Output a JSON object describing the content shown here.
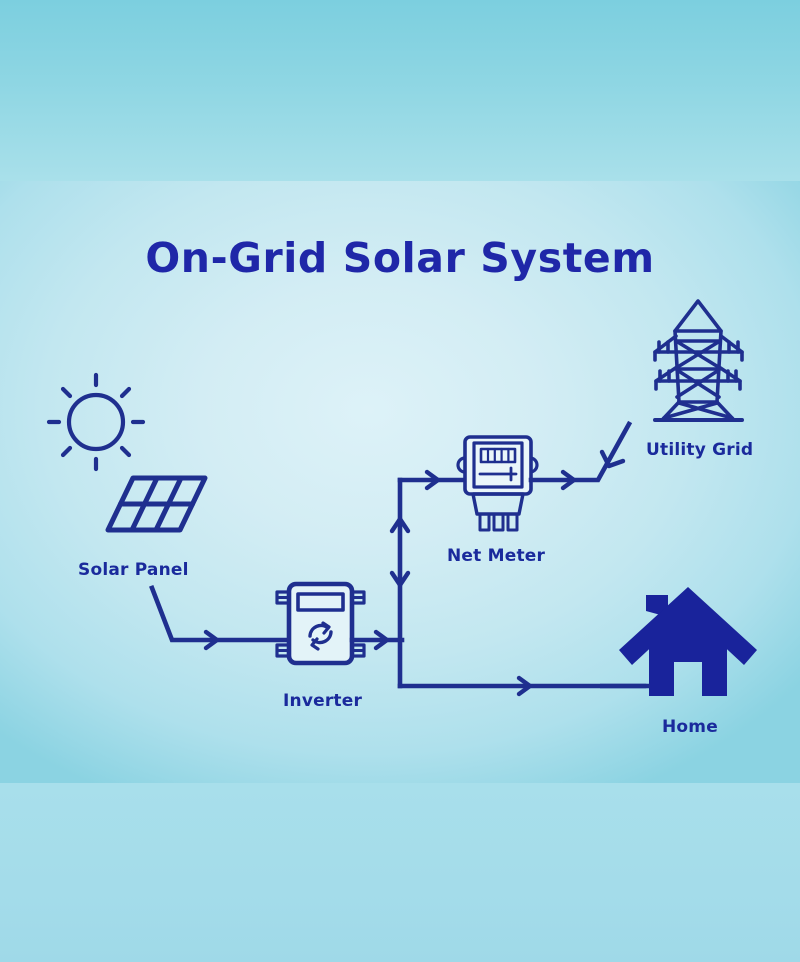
{
  "page": {
    "title": "On-Grid Solar System",
    "background": {
      "top_band": "#8ed6e3",
      "main_panel": "#d3edf4",
      "bottom_band": "#a4dcea"
    }
  },
  "colors": {
    "title_blue": "#1f27a8",
    "label_blue": "#1a2a9c",
    "stroke_navy": "#1f2f8f",
    "icon_fill_navy": "#19239b"
  },
  "nodes": [
    {
      "id": "sun",
      "icon": "sun-icon",
      "label": ""
    },
    {
      "id": "solar_panel",
      "icon": "solar-panel-icon",
      "label": "Solar Panel"
    },
    {
      "id": "inverter",
      "icon": "inverter-icon",
      "label": "Inverter"
    },
    {
      "id": "net_meter",
      "icon": "net-meter-icon",
      "label": "Net Meter"
    },
    {
      "id": "utility_grid",
      "icon": "transmission-tower-icon",
      "label": "Utility Grid"
    },
    {
      "id": "home",
      "icon": "house-icon",
      "label": "Home"
    }
  ],
  "labels": {
    "solar_panel": "Solar Panel",
    "inverter": "Inverter",
    "net_meter": "Net Meter",
    "utility_grid": "Utility Grid",
    "home": "Home"
  },
  "connections": [
    {
      "from": "solar_panel",
      "to": "inverter",
      "direction": "one-way",
      "arrow": "right"
    },
    {
      "from": "inverter",
      "to": "bus",
      "direction": "one-way",
      "arrow": "right"
    },
    {
      "from": "bus",
      "to": "net_meter",
      "direction": "one-way",
      "arrow": "right"
    },
    {
      "from": "bus",
      "to": "bus",
      "direction": "two-way",
      "arrow": "up-and-down"
    },
    {
      "from": "net_meter",
      "to": "utility_grid",
      "direction": "one-way",
      "arrow": "right-then-up"
    },
    {
      "from": "utility_grid",
      "to": "net_meter",
      "direction": "one-way",
      "arrow": "down"
    },
    {
      "from": "bus",
      "to": "home",
      "direction": "one-way",
      "arrow": "right"
    }
  ],
  "chart_data": {
    "type": "diagram",
    "title": "On-Grid Solar System",
    "nodes": [
      "Sun",
      "Solar Panel",
      "Inverter",
      "Net Meter",
      "Utility Grid",
      "Home"
    ],
    "edges": [
      [
        "Solar Panel",
        "Inverter"
      ],
      [
        "Inverter",
        "Distribution Bus"
      ],
      [
        "Distribution Bus",
        "Net Meter"
      ],
      [
        "Net Meter",
        "Utility Grid"
      ],
      [
        "Utility Grid",
        "Net Meter"
      ],
      [
        "Distribution Bus",
        "Home"
      ]
    ]
  }
}
